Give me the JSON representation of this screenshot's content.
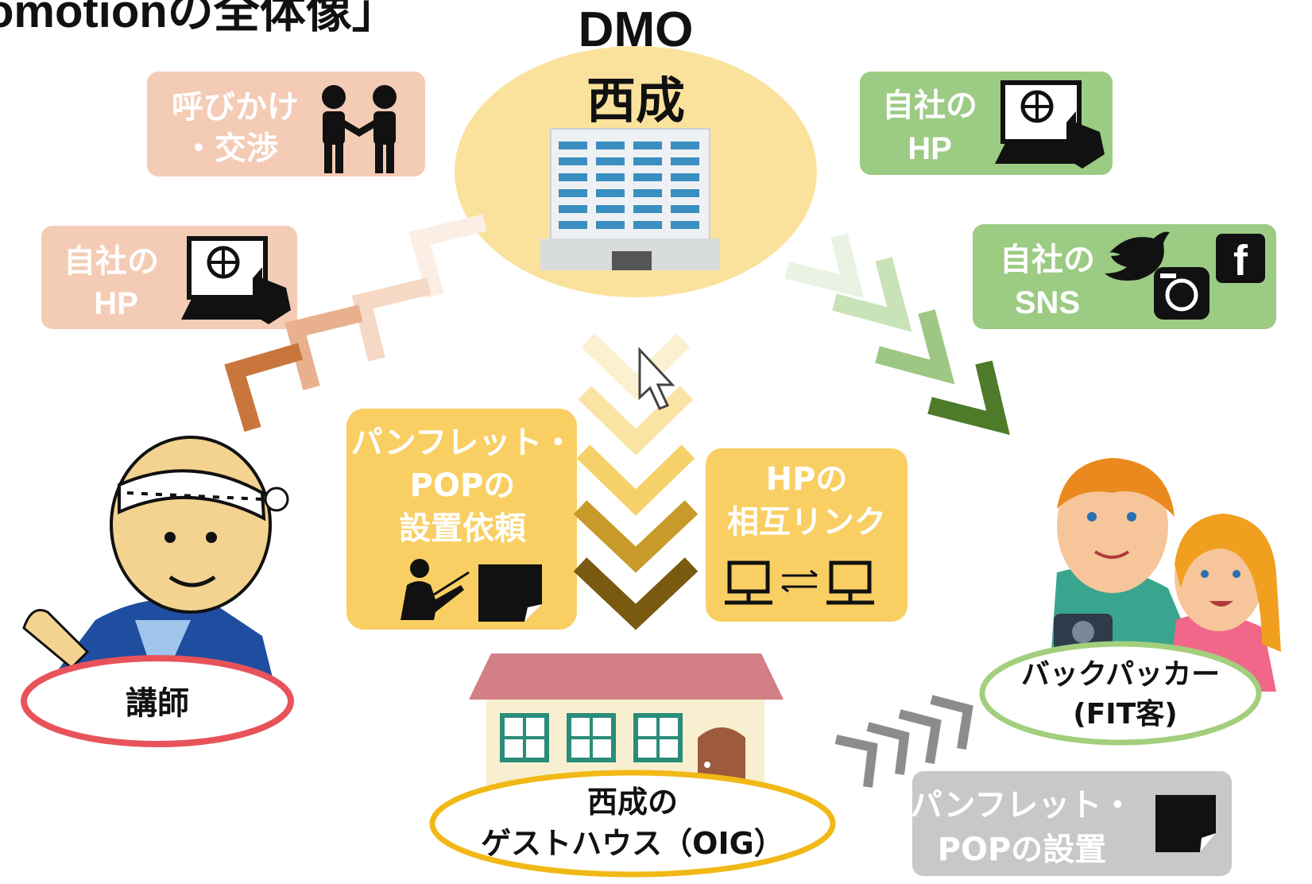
{
  "header": {
    "partial_title": "omotionの全体像」",
    "org_name": "DMO",
    "org_place": "西成"
  },
  "left_labels": {
    "appeal": [
      "呼びかけ",
      "・交渉"
    ],
    "company_hp": [
      "自社の",
      "HP"
    ]
  },
  "right_labels": {
    "company_hp": [
      "自社の",
      "HP"
    ],
    "company_sns": [
      "自社の",
      "SNS"
    ]
  },
  "center_labels": {
    "pamphlet_request": [
      "パンフレット・",
      "POPの",
      "設置依頼"
    ],
    "hp_link": [
      "HPの",
      "相互リンク"
    ]
  },
  "actors": {
    "instructor": "講師",
    "guesthouse": [
      "西成の",
      "ゲストハウス（OIG）"
    ],
    "backpacker": [
      "バックパッカー",
      "(FIT客)"
    ]
  },
  "bottom_label": [
    "パンフレット・",
    "POPの設置"
  ],
  "colors": {
    "dmo_ellipse": "#fbe29c",
    "left_box": "#f4cbb5",
    "right_box": "#9ccb84",
    "center_box": "#f9cf63",
    "bottom_box": "#c8c8c8",
    "instructor_ring": "#e8535a",
    "guesthouse_ring": "#f1b816",
    "backpacker_ring": "#a3cf7d"
  },
  "icons": [
    "handshake-icon",
    "laptop-web-icon",
    "twitter-icon",
    "instagram-icon",
    "facebook-icon",
    "presenter-icon",
    "document-icon",
    "computer-link-icon",
    "building-icon",
    "house-icon",
    "cursor-icon"
  ]
}
